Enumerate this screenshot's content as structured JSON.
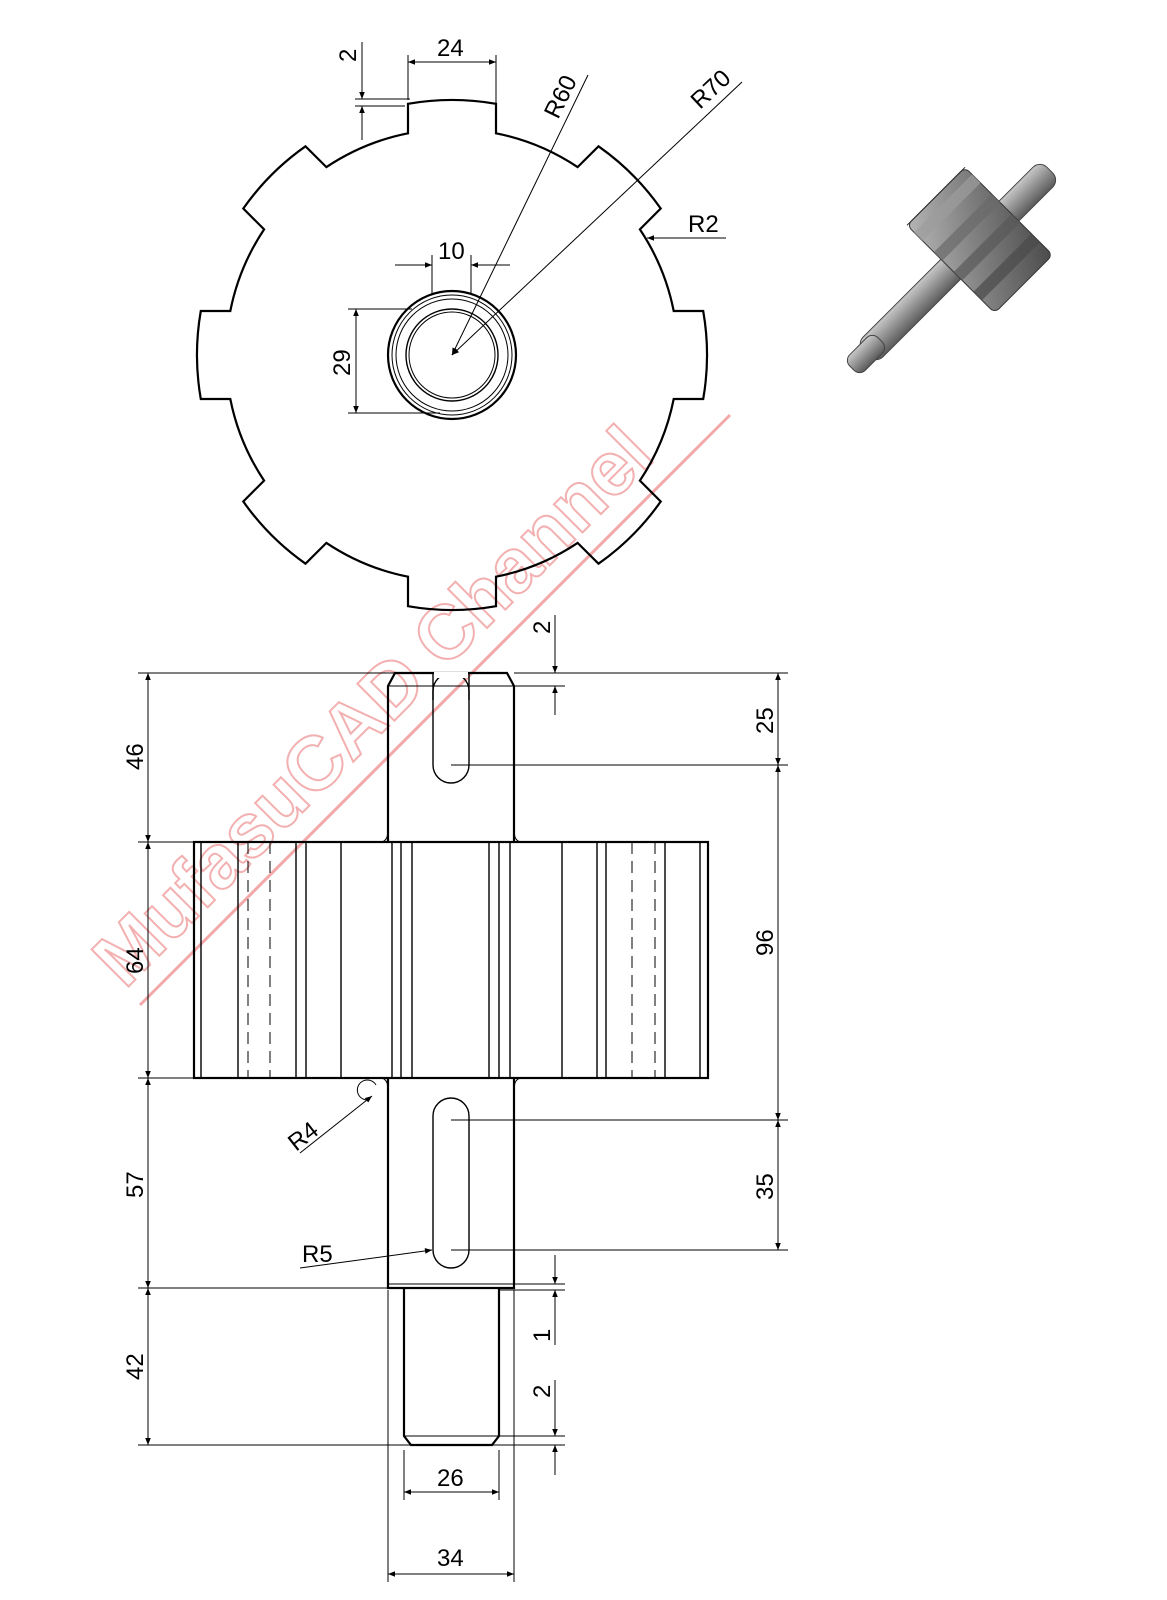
{
  "watermark": "MufasuCAD Channel",
  "colors": {
    "line": "#000000",
    "watermark": "#f2a8a8",
    "background": "#ffffff",
    "render_metal": "#8a8a8a"
  },
  "top_view": {
    "dims": {
      "tooth_depth": "2",
      "tooth_width": "24",
      "r_root": "R60",
      "r_tip": "R70",
      "fillet": "R2",
      "bore_key": "10",
      "bore": "29"
    }
  },
  "front_view": {
    "dims": {
      "top_shaft_length": "46",
      "gear_width": "64",
      "lower_shaft_length": "57",
      "stub_length": "42",
      "chamfer_top": "2",
      "keyway_top": "25",
      "keyway_span": "96",
      "keyway_bottom": "35",
      "step_offset": "1",
      "chamfer_bottom": "2",
      "fillet": "R4",
      "keyway_radius": "R5",
      "stub_dia": "26",
      "shaft_dia": "34"
    }
  }
}
